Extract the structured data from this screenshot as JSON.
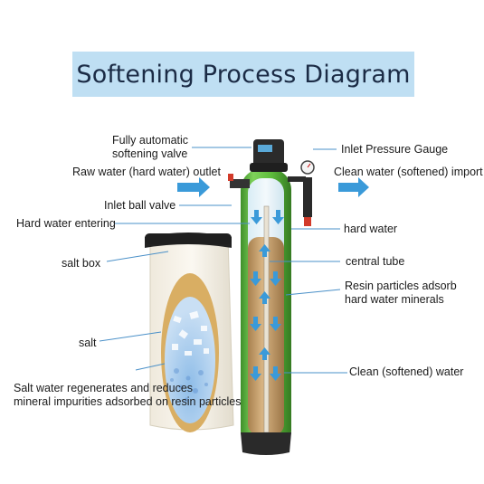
{
  "title": "Softening Process Diagram",
  "labels": {
    "fully_automatic_valve": [
      "Fully automatic",
      "softening valve"
    ],
    "inlet_pressure_gauge": "Inlet Pressure Gauge",
    "raw_water_outlet": "Raw water (hard water) outlet",
    "clean_water_import": "Clean water (softened) import",
    "inlet_ball_valve": "Inlet ball valve",
    "hard_water_entering": "Hard water entering",
    "hard_water": "hard water",
    "salt_box": "salt box",
    "central_tube": "central tube",
    "resin_particles": [
      "Resin particles adsorb",
      "hard water minerals"
    ],
    "salt": "salt",
    "clean_softened_water": "Clean (softened) water",
    "salt_water_regenerates": [
      "Salt water regenerates and reduces",
      "mineral impurities adsorbed on resin particles"
    ]
  },
  "colors": {
    "title_bg": "#bfdff3",
    "tank_green": "#5ebd3c",
    "arrow_blue": "#3a9ad9",
    "resin": "#c9a06a",
    "leader_line": "#4a90c8"
  }
}
